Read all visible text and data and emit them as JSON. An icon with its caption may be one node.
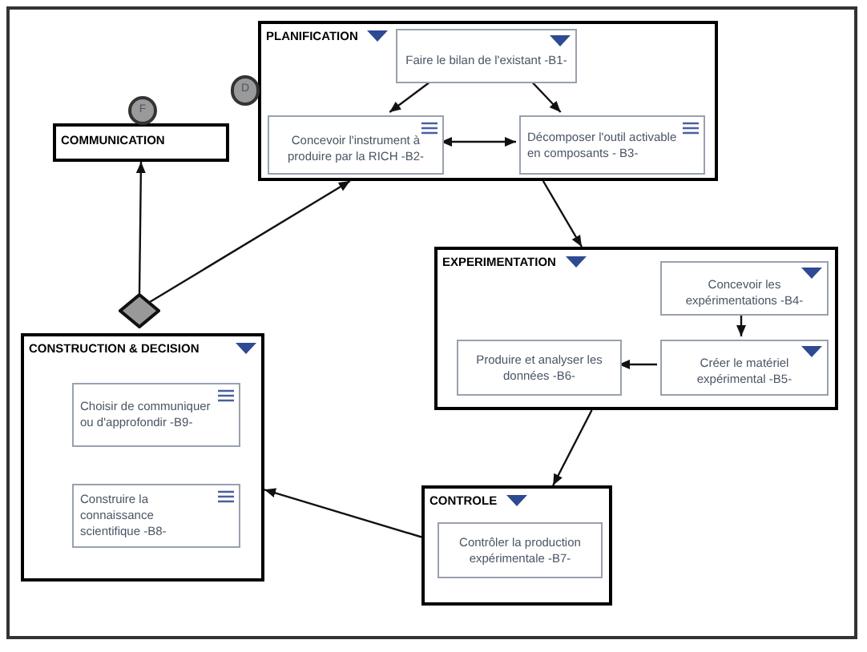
{
  "diagram": {
    "nodes": [
      {
        "text": [
          "PLANIFICATION"
        ]
      },
      {
        "text": [
          "Faire le bilan de l'existant -B1-"
        ],
        "in": 0
      },
      {
        "text": [
          "Concevoir l'instrument à produire par la RICH -B2-"
        ],
        "in": 0
      },
      {
        "text": [
          "Décomposer l'outil activable en composants - B3-"
        ],
        "in": 0
      },
      {
        "text": [
          "EXPERIMENTATION"
        ]
      },
      {
        "text": [
          "Concevoir les expérimentations -B4-"
        ],
        "in": 4
      },
      {
        "text": [
          "Créer le matériel expérimental -B5-"
        ],
        "in": 4
      },
      {
        "text": [
          "Produire et analyser les données -B6-"
        ],
        "in": 4
      },
      {
        "text": [
          "CONTROLE"
        ]
      },
      {
        "text": [
          "Contrôler la production expérimentale -B7-"
        ],
        "in": 8
      },
      {
        "text": [
          "CONSTRUCTION & DECISION"
        ]
      },
      {
        "text": [
          "Choisir de communiquer ou d'approfondir -B9-"
        ],
        "in": 10
      },
      {
        "text": [
          "Construire la connaissance scientifique -B8-"
        ],
        "in": 10
      },
      {
        "text": [
          "COMMUNICATION"
        ]
      },
      {
        "text": [
          "F"
        ]
      },
      {
        "text": [
          "D"
        ]
      },
      {
        "text": [],
        "shape": "diamond"
      }
    ],
    "edges": [
      {
        "from": 1,
        "to": 2,
        "arrow": "to"
      },
      {
        "from": 1,
        "to": 3,
        "arrow": "to"
      },
      {
        "from": 2,
        "to": 3,
        "arrow": "both"
      },
      {
        "from": 16,
        "to": 0,
        "arrow": "to"
      },
      {
        "from": 16,
        "to": 13,
        "arrow": "to"
      },
      {
        "from": 0,
        "to": 4,
        "arrow": "to"
      },
      {
        "from": 5,
        "to": 6,
        "arrow": "to"
      },
      {
        "from": 6,
        "to": 7,
        "arrow": "to"
      },
      {
        "from": 4,
        "to": 8,
        "arrow": "to"
      },
      {
        "from": 8,
        "to": 10,
        "arrow": "to"
      }
    ]
  }
}
